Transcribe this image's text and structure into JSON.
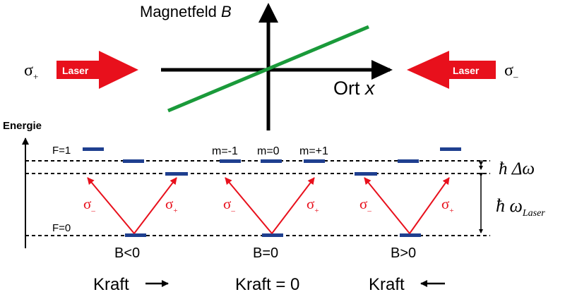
{
  "top": {
    "axis_y_label": "Magnetfeld ",
    "axis_y_symbol": "B",
    "axis_x_label": "Ort ",
    "axis_x_symbol": "x",
    "laser_left_label": "Laser",
    "laser_right_label": "Laser",
    "sigma_plus": "σ",
    "sigma_plus_sub": "+",
    "sigma_minus": "σ",
    "sigma_minus_sub": "–"
  },
  "energy": {
    "axis_label": "Energie",
    "f1_label": "F=1",
    "f0_label": "F=0",
    "m_labels": [
      "m=-1",
      "m=0",
      "m=+1"
    ],
    "hbar_delta": "ħ Δω",
    "hbar_omega": "ħ ω",
    "omega_sub": "Laser",
    "transition_minus": "σ",
    "transition_minus_sub": "–",
    "transition_plus": "σ",
    "transition_plus_sub": "+"
  },
  "cases": [
    {
      "field_label": "B<0",
      "force_label": "Kraft",
      "force_direction": "right"
    },
    {
      "field_label": "B=0",
      "force_label": "Kraft = 0",
      "force_direction": "none"
    },
    {
      "field_label": "B>0",
      "force_label": "Kraft",
      "force_direction": "left"
    }
  ],
  "colors": {
    "field_line": "#1a9a3a",
    "laser": "#e8101c",
    "level": "#1f3f8f",
    "transition": "#e8101c"
  }
}
